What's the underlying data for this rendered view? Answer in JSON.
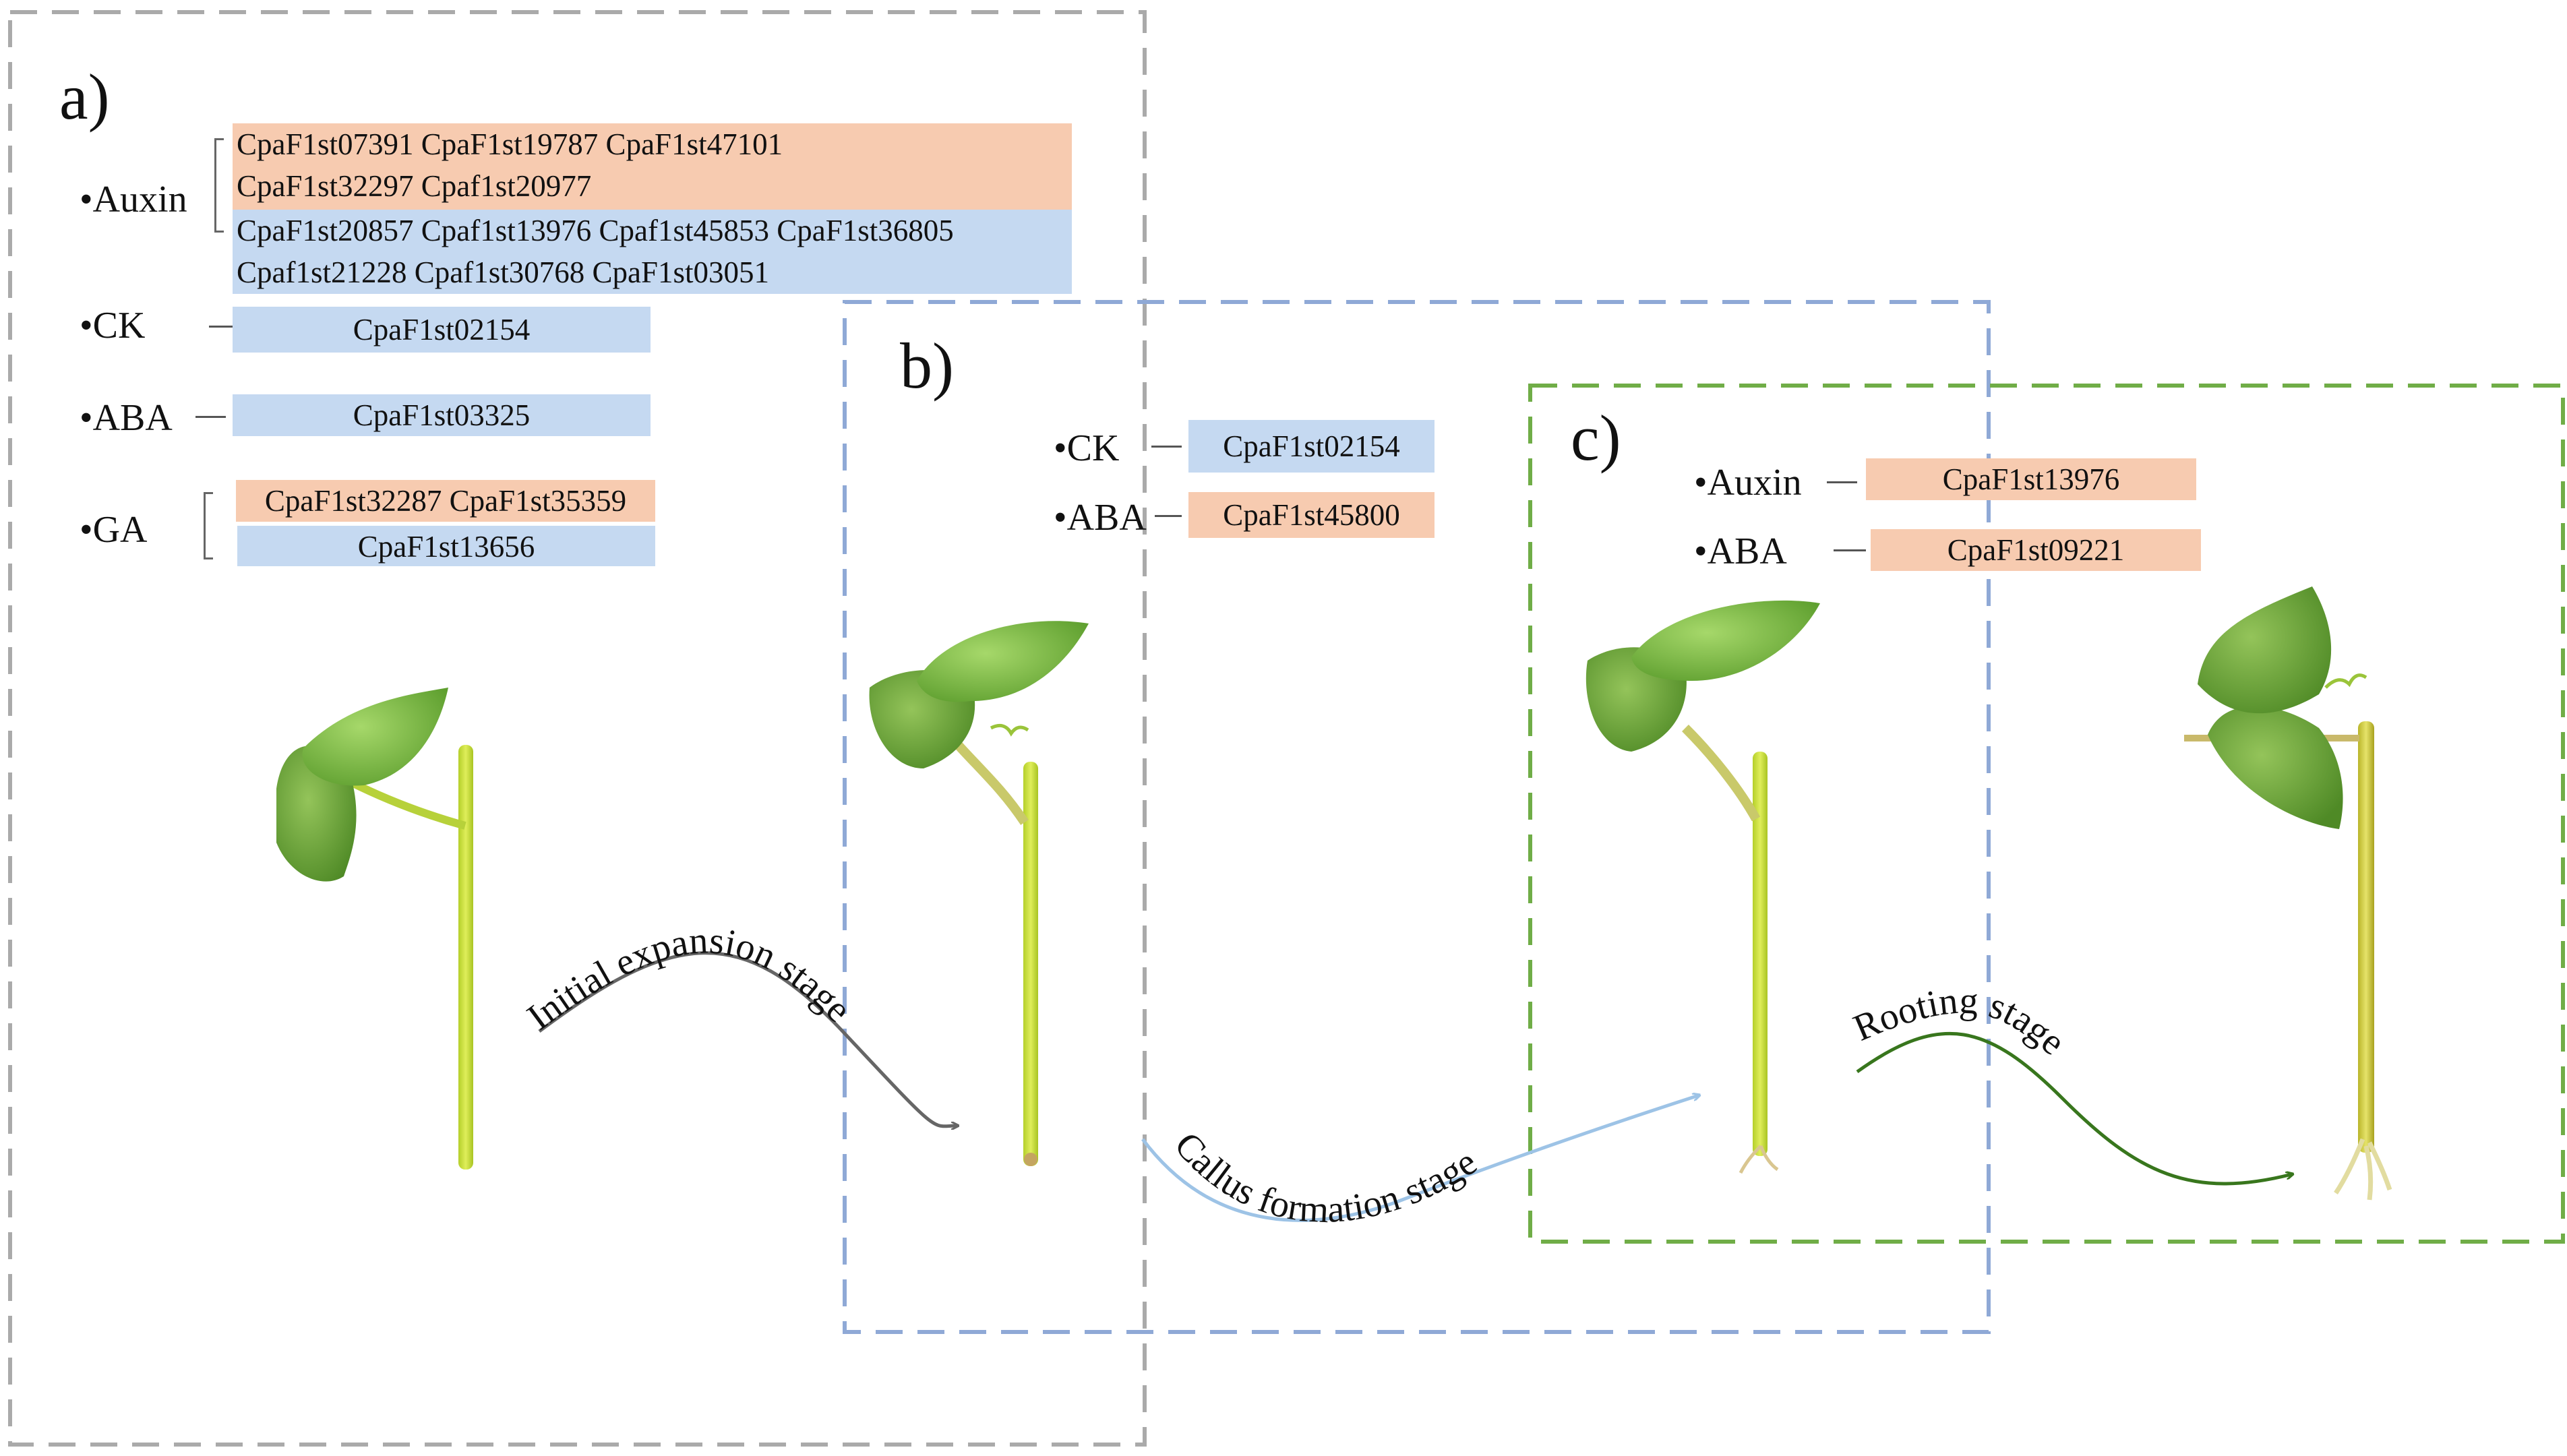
{
  "panels": {
    "a": {
      "label": "a)",
      "auxin": {
        "label": "•Auxin",
        "up_line1": "CpaF1st07391 CpaF1st19787 CpaF1st47101",
        "up_line2": "CpaF1st32297 Cpaf1st20977",
        "down_line1": "CpaF1st20857 Cpaf1st13976 Cpaf1st45853 CpaF1st36805",
        "down_line2": "Cpaf1st21228  Cpaf1st30768 CpaF1st03051"
      },
      "ck": {
        "label": "•CK",
        "gene": "CpaF1st02154"
      },
      "aba": {
        "label": "•ABA",
        "gene": "CpaF1st03325"
      },
      "ga": {
        "label": "•GA",
        "up_gene": "CpaF1st32287 CpaF1st35359",
        "down_gene": "CpaF1st13656"
      }
    },
    "b": {
      "label": "b)",
      "ck": {
        "label": "•CK",
        "gene": "CpaF1st02154"
      },
      "aba": {
        "label": "•ABA",
        "gene": "CpaF1st45800"
      }
    },
    "c": {
      "label": "c)",
      "auxin": {
        "label": "•Auxin",
        "gene": "CpaF1st13976"
      },
      "aba": {
        "label": "•ABA",
        "gene": "CpaF1st09221"
      }
    }
  },
  "stages": {
    "initial": "Initial expansion stage",
    "callus": "Callus formation stage",
    "rooting": "Rooting stage"
  },
  "colors": {
    "upregulated": "#f7cbb0",
    "downregulated": "#c5d9f1",
    "box_a": "#aaaaaa",
    "box_b": "#8fa9d6",
    "box_c": "#70ad47",
    "arrow_initial": "#666666",
    "arrow_callus": "#9dc3e6",
    "arrow_rooting": "#38761d",
    "leaf": "#7fbf3f",
    "stem": "#c8dc3a"
  },
  "icons": [
    "plant-cutting-illustration",
    "curved-arrow"
  ]
}
